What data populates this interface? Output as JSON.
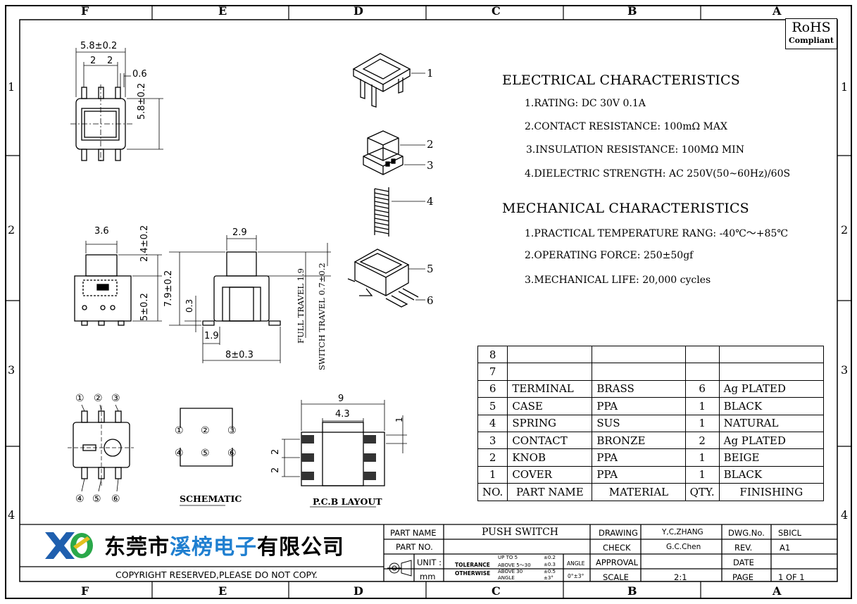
{
  "frame": {
    "col_letters": [
      "F",
      "E",
      "D",
      "C",
      "B",
      "A"
    ],
    "row_numbers": [
      "1",
      "2",
      "3",
      "4"
    ]
  },
  "rohs": {
    "line1": "RoHS",
    "line2": "Compliant"
  },
  "dimensions": {
    "top_width": "5.8±0.2",
    "top_pitch_a": "2",
    "top_pitch_b": "2",
    "top_pin": "0.6",
    "top_height": "5.8±0.2",
    "side_width": "3.6",
    "side_knob_h": "2.4±0.2",
    "side_body_h": "5±0.2",
    "front_knob_w": "2.9",
    "front_total_h": "7.9±0.2",
    "front_gap": "0.3",
    "front_foot": "1.9",
    "front_width": "8±0.3",
    "full_travel": "FULL TRAVEL 1.9",
    "switch_travel": "SWITCH TRAVEL 0.7±0.2",
    "pcb_w": "9",
    "pcb_inner": "4.3",
    "pcb_pad": "1",
    "pcb_pitch_a": "2",
    "pcb_pitch_b": "2"
  },
  "pins_top": [
    "①",
    "②",
    "③"
  ],
  "pins_bottom": [
    "④",
    "⑤",
    "⑥"
  ],
  "schematic_label": "SCHEMATIC",
  "pcb_label": "P.C.B LAYOUT",
  "callouts": [
    "1",
    "2",
    "3",
    "4",
    "5",
    "6"
  ],
  "electrical": {
    "title": "ELECTRICAL CHARACTERISTICS",
    "items": [
      "1.RATING: DC 30V 0.1A",
      "2.CONTACT RESISTANCE: 100mΩ MAX",
      "3.INSULATION RESISTANCE: 100MΩ MIN",
      "4.DIELECTRIC STRENGTH: AC 250V(50~60Hz)/60S"
    ]
  },
  "mechanical": {
    "title": "MECHANICAL CHARACTERISTICS",
    "items": [
      "1.PRACTICAL TEMPERATURE RANG: -40℃～+85℃",
      "2.OPERATING FORCE: 250±50gf",
      "3.MECHANICAL LIFE: 20,000 cycles"
    ]
  },
  "parts_table": {
    "rows": [
      {
        "no": "8",
        "name": "",
        "material": "",
        "qty": "",
        "finish": ""
      },
      {
        "no": "7",
        "name": "",
        "material": "",
        "qty": "",
        "finish": ""
      },
      {
        "no": "6",
        "name": "TERMINAL",
        "material": "BRASS",
        "qty": "6",
        "finish": "Ag PLATED"
      },
      {
        "no": "5",
        "name": "CASE",
        "material": "PPA",
        "qty": "1",
        "finish": "BLACK"
      },
      {
        "no": "4",
        "name": "SPRING",
        "material": "SUS",
        "qty": "1",
        "finish": "NATURAL"
      },
      {
        "no": "3",
        "name": "CONTACT",
        "material": "BRONZE",
        "qty": "2",
        "finish": "Ag PLATED"
      },
      {
        "no": "2",
        "name": "KNOB",
        "material": "PPA",
        "qty": "1",
        "finish": "BEIGE"
      },
      {
        "no": "1",
        "name": "COVER",
        "material": "PPA",
        "qty": "1",
        "finish": "BLACK"
      }
    ],
    "header": {
      "no": "NO.",
      "name": "PART NAME",
      "material": "MATERIAL",
      "qty": "QTY.",
      "finish": "FINISHING"
    }
  },
  "title_block": {
    "company": "东莞市溪榜电子有限公司",
    "company_blue": "溪榜电子",
    "company_pre": "东莞市",
    "company_post": "有限公司",
    "copyright": "COPYRIGHT RESERVED,PLEASE DO NOT COPY.",
    "part_name_label": "PART NAME",
    "part_name_value": "PUSH SWITCH",
    "part_no_label": "PART NO.",
    "unit_label": "UNIT :",
    "unit_value": "mm",
    "tolerance_label_1": "TOLERANCE",
    "tolerance_label_2": "OTHERWISE",
    "tol_rows": [
      {
        "range": "UP TO 5",
        "val": "±0.2"
      },
      {
        "range": "ABOVE 5～30",
        "val": "±0.3"
      },
      {
        "range": "ABOVE 30",
        "val": "±0.5"
      },
      {
        "range": "ANGLE",
        "val": "±3°"
      }
    ],
    "angle_label": "ANGLE",
    "angle_value": "0°±3°",
    "drawing_label": "DRAWING",
    "drawing_value": "Y,C,ZHANG",
    "check_label": "CHECK",
    "check_value": "G.C.Chen",
    "approval_label": "APPROVAL",
    "scale_label": "SCALE",
    "scale_value": "2:1",
    "dwg_label": "DWG.No.",
    "dwg_value": "SBICL",
    "rev_label": "REV.",
    "rev_value": "A1",
    "date_label": "DATE",
    "page_label": "PAGE",
    "page_value": "1 OF 1"
  }
}
